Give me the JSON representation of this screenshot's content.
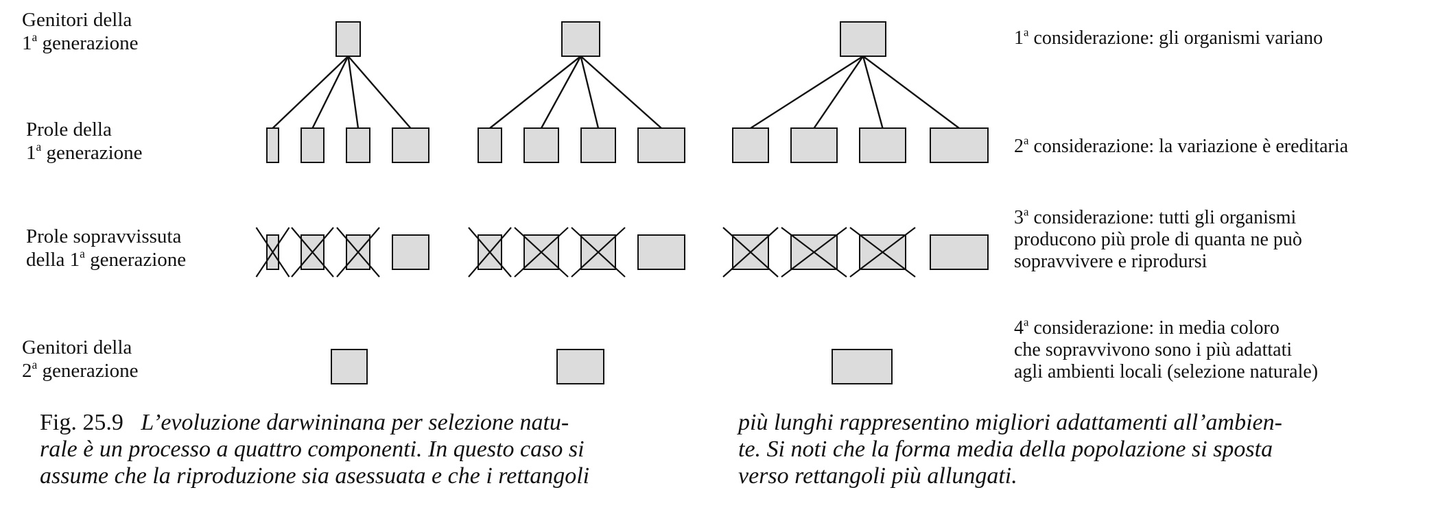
{
  "row_labels": [
    {
      "line1": "Genitori della",
      "ord": "1",
      "sup": "a",
      "rest": " generazione"
    },
    {
      "line1": "Prole della",
      "ord": "1",
      "sup": "a",
      "rest": "  generazione"
    },
    {
      "line1": "Prole sopravvissuta",
      "ord": "della 1",
      "sup": "a",
      "rest": " generazione"
    },
    {
      "line1": "Genitori della",
      "ord": "2",
      "sup": "a",
      "rest": " generazione"
    }
  ],
  "considerations": [
    {
      "ord": "1",
      "sup": "a",
      "lines": [
        " considerazione: gli organismi variano"
      ]
    },
    {
      "ord": "2",
      "sup": "a",
      "lines": [
        " considerazione: la variazione è ereditaria"
      ]
    },
    {
      "ord": "3",
      "sup": "a",
      "lines": [
        " considerazione: tutti gli organismi",
        "producono più prole di quanta ne può",
        "sopravvivere e riprodursi"
      ]
    },
    {
      "ord": "4",
      "sup": "a",
      "lines": [
        " considerazione: in media coloro",
        "che sopravvivono sono i più adattati",
        "agli ambienti locali (selezione naturale)"
      ]
    }
  ],
  "caption": {
    "figure_label": "Fig. 25.9",
    "left_lines": [
      "L’evoluzione darwininana per selezione natu-",
      "rale è un processo a quattro componenti. In questo caso si",
      "assume che la riproduzione sia asessuata e che i rettangoli"
    ],
    "right_lines": [
      "più lunghi rappresentino migliori adattamenti all’ambien-",
      "te. Si noti che la forma media della popolazione si sposta",
      "verso rettangoli più allungati."
    ]
  },
  "colors": {
    "box_fill": "#dcdcdc",
    "stroke": "#111111"
  },
  "lineages": [
    {
      "offspring_crossed": [
        true,
        true,
        true,
        false
      ]
    },
    {
      "offspring_crossed": [
        true,
        true,
        true,
        false
      ]
    },
    {
      "offspring_crossed": [
        true,
        true,
        true,
        false
      ]
    }
  ]
}
